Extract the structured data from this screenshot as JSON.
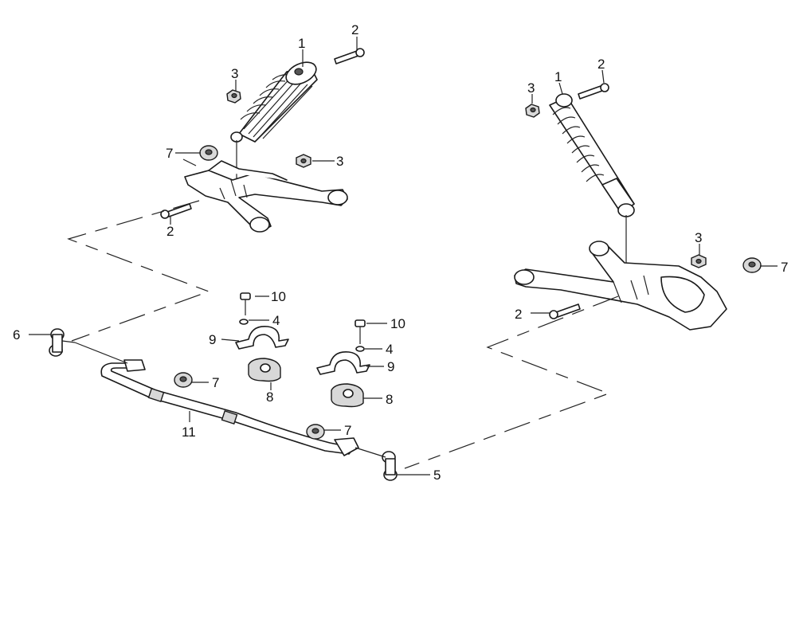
{
  "callouts": {
    "c_1a": "1",
    "c_2a": "2",
    "c_3a": "3",
    "c_7a": "7",
    "c_3b": "3",
    "c_2b": "2",
    "c_1b": "1",
    "c_2c": "2",
    "c_3c": "3",
    "c_3d": "3",
    "c_7b": "7",
    "c_2d": "2",
    "c_10a": "10",
    "c_4a": "4",
    "c_9a": "9",
    "c_8a": "8",
    "c_10b": "10",
    "c_4b": "4",
    "c_9b": "9",
    "c_8b": "8",
    "c_6": "6",
    "c_7c": "7",
    "c_11": "11",
    "c_7d": "7",
    "c_5": "5"
  },
  "colors": {
    "line": "#1a1a1a",
    "shade": "#d8d8d8",
    "background": "#ffffff"
  }
}
